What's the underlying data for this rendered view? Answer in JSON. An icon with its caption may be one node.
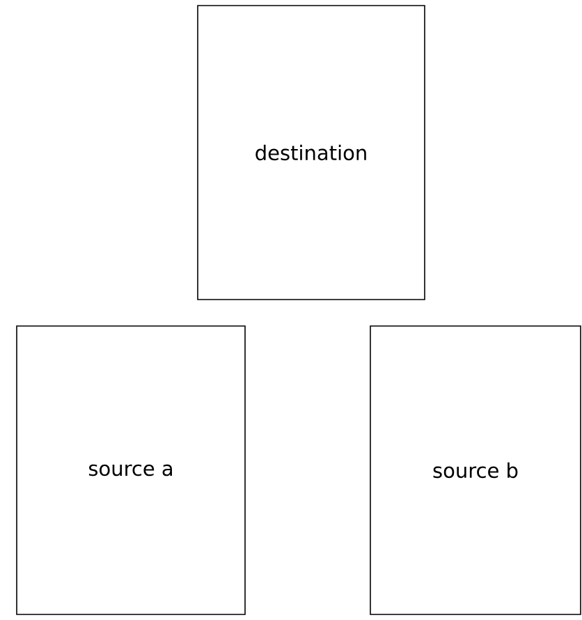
{
  "diagram": {
    "nodes": [
      {
        "text": [
          "destination"
        ]
      },
      {
        "text": [
          "source a"
        ]
      },
      {
        "text": [
          "source b"
        ]
      }
    ]
  }
}
